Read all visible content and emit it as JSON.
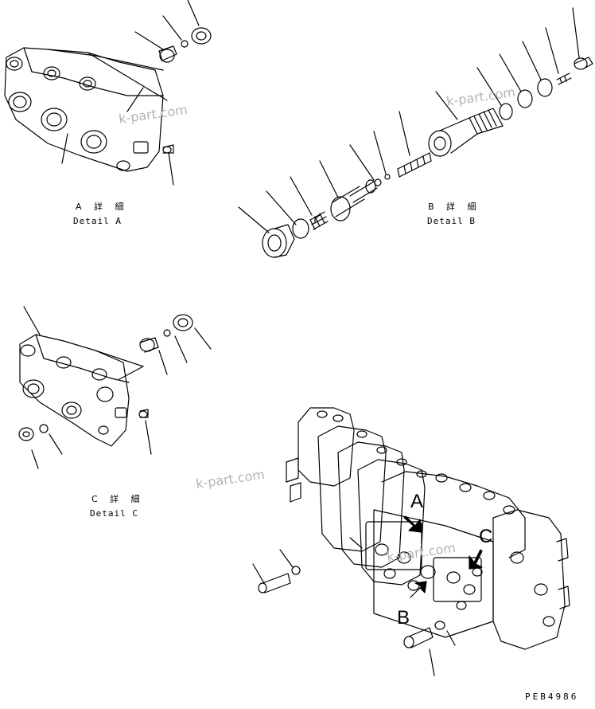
{
  "details": {
    "a": {
      "jp": "A 詳 細",
      "en": "Detail A"
    },
    "b": {
      "jp": "B 詳 細",
      "en": "Detail B"
    },
    "c": {
      "jp": "C 詳 細",
      "en": "Detail C"
    }
  },
  "view_letters": {
    "a": "A",
    "b": "B",
    "c": "C"
  },
  "watermark": "k-part.com",
  "drawing_code": "PEB4986"
}
